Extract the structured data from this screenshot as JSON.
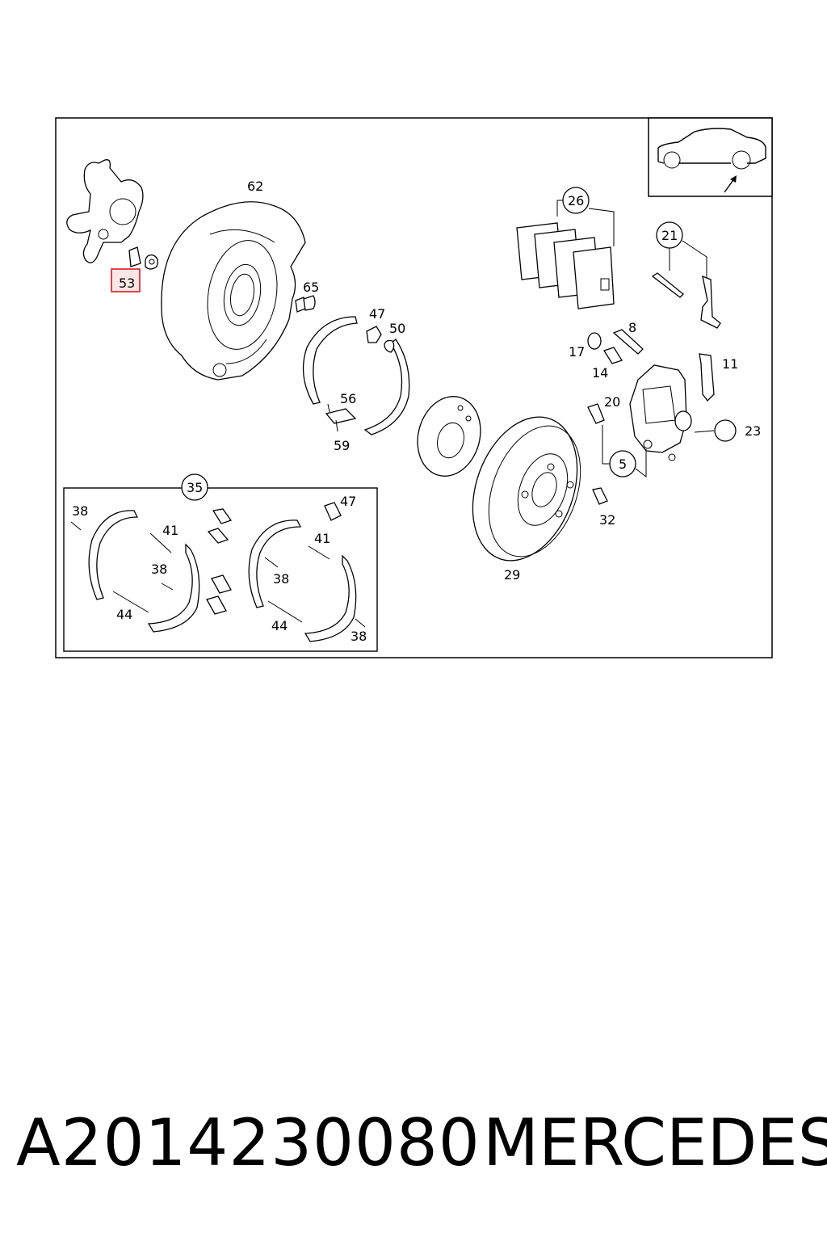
{
  "diagram": {
    "callouts": {
      "c53": "53",
      "c62": "62",
      "c65": "65",
      "c47a": "47",
      "c50": "50",
      "c56": "56",
      "c59": "59",
      "c26": "26",
      "c21": "21",
      "c8": "8",
      "c17": "17",
      "c14": "14",
      "c11": "11",
      "c20": "20",
      "c23": "23",
      "c5": "5",
      "c32": "32",
      "c29": "29",
      "c35": "35",
      "c38a": "38",
      "c41a": "41",
      "c38b": "38",
      "c44a": "44",
      "c47b": "47",
      "c41b": "41",
      "c38c": "38",
      "c44b": "44",
      "c38d": "38"
    },
    "highlight_color": "#e0303a"
  },
  "footer": {
    "part_number": "A2014230080",
    "brand": "MERCEDES"
  }
}
